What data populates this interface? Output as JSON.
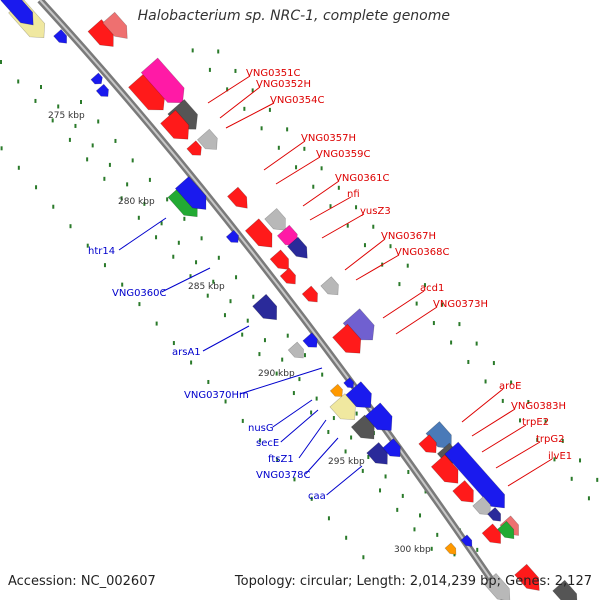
{
  "title": "Halobacterium sp. NRC-1, complete genome",
  "footer": {
    "accession": "Accession: NC_002607",
    "summary": "Topology: circular; Length: 2,014,239 bp; Genes: 2,127"
  },
  "colors": {
    "red": "#ff1a1a",
    "blue": "#1a1aee",
    "pink": "#ff1aa6",
    "darkgray": "#555555",
    "lightgray": "#b8b8b8",
    "navy": "#2a2a9a",
    "purple": "#7060d0",
    "green": "#22aa33",
    "yellow": "#f0e8a0",
    "orange": "#ff9900",
    "steel": "#4a7ab8",
    "salmon": "#ee7070",
    "tick": "#2a7a2a",
    "label_red": "#dd0000",
    "label_blue": "#0000cc"
  },
  "scale_ticks": [
    "275 kbp",
    "280 kbp",
    "285 kbp",
    "290 kbp",
    "295 kbp",
    "300 kbp"
  ],
  "gene_labels_right": [
    "VNG0351C",
    "VNG0352H",
    "VNG0354C",
    "VNG0357H",
    "VNG0359C",
    "VNG0361C",
    "nfi",
    "yusZ3",
    "VNG0367H",
    "VNG0368C",
    "acd1",
    "VNG0373H",
    "aroE",
    "VNG0383H",
    "trpE2",
    "trpG2",
    "ilvE1"
  ],
  "gene_labels_left": [
    "htr14",
    "VNG0360C",
    "arsA1",
    "VNG0370Hm",
    "nusG",
    "secE",
    "ftsZ1",
    "VNG0378C",
    "caa"
  ]
}
